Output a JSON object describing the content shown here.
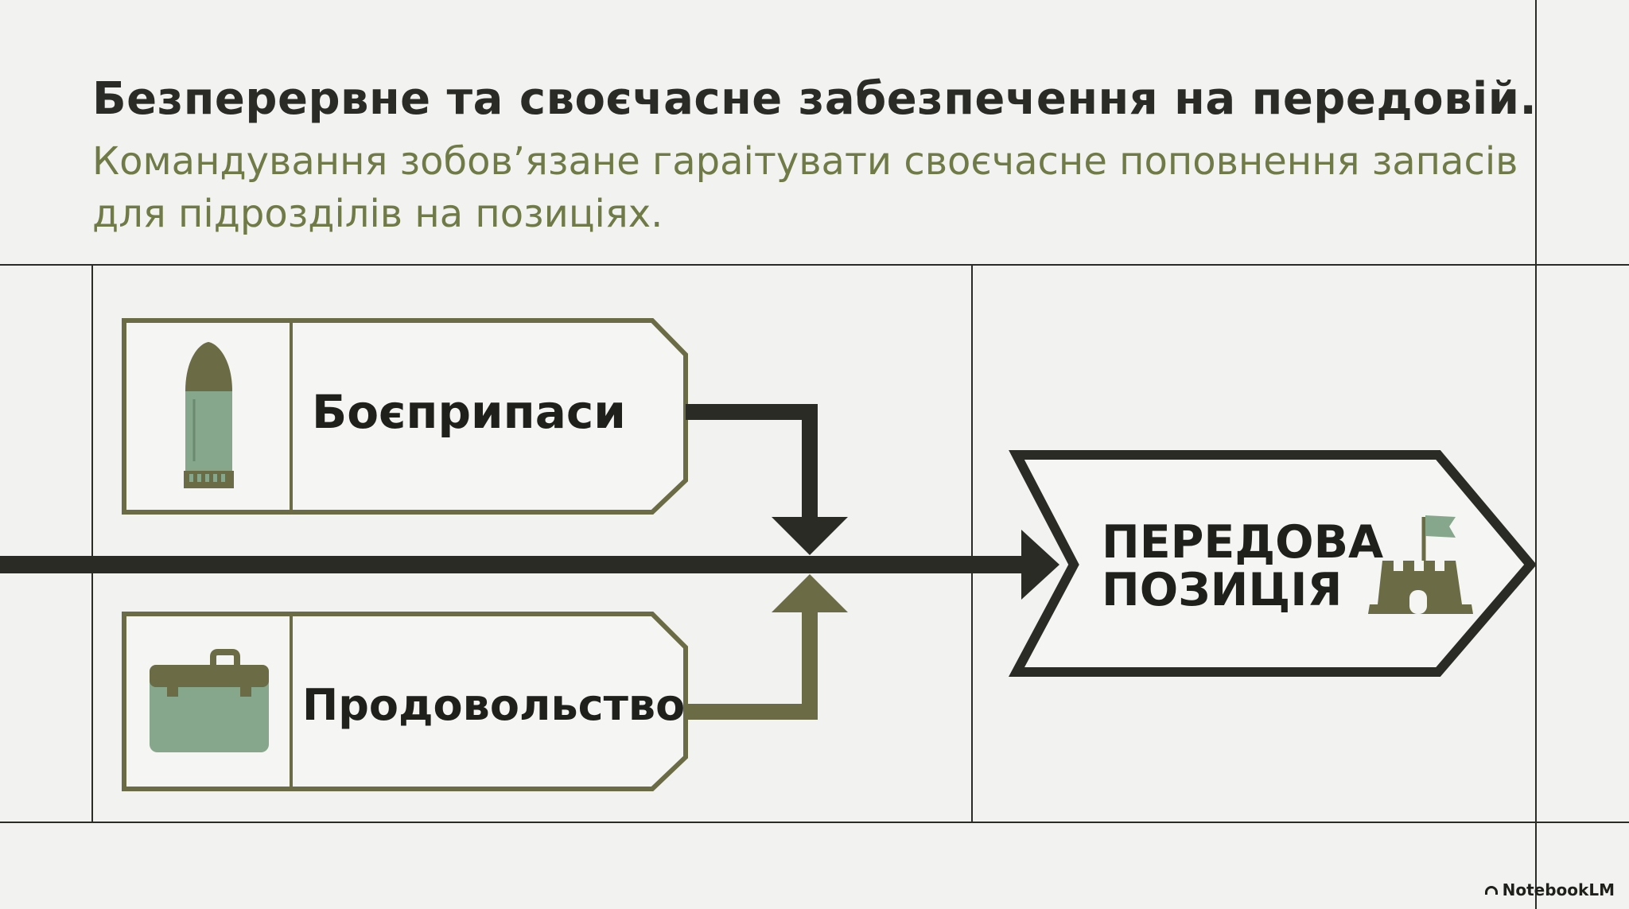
{
  "header": {
    "title": "Безперервне та своєчасне забезпечення на передовій.",
    "subtitle": "Командування зобов’язане гараітувати своєчасне поповнення запасів для підрозділів на позиціях."
  },
  "diagram": {
    "supplies": [
      {
        "label": "Боєприпаси",
        "icon": "bullet-icon"
      },
      {
        "label": "Продовольство",
        "icon": "box-icon"
      }
    ],
    "destination": {
      "line1": "ПЕРЕДОВА",
      "line2": "ПОЗИЦІЯ",
      "icon": "fortress-flag-icon"
    }
  },
  "footer": {
    "brand": "NotebookLM"
  },
  "colors": {
    "background": "#f2f2f0",
    "dark": "#2b2b26",
    "olive": "#6b6b45",
    "sage": "#86a78b",
    "title_text": "#2a2a26",
    "subtitle_text": "#6f7a47"
  }
}
